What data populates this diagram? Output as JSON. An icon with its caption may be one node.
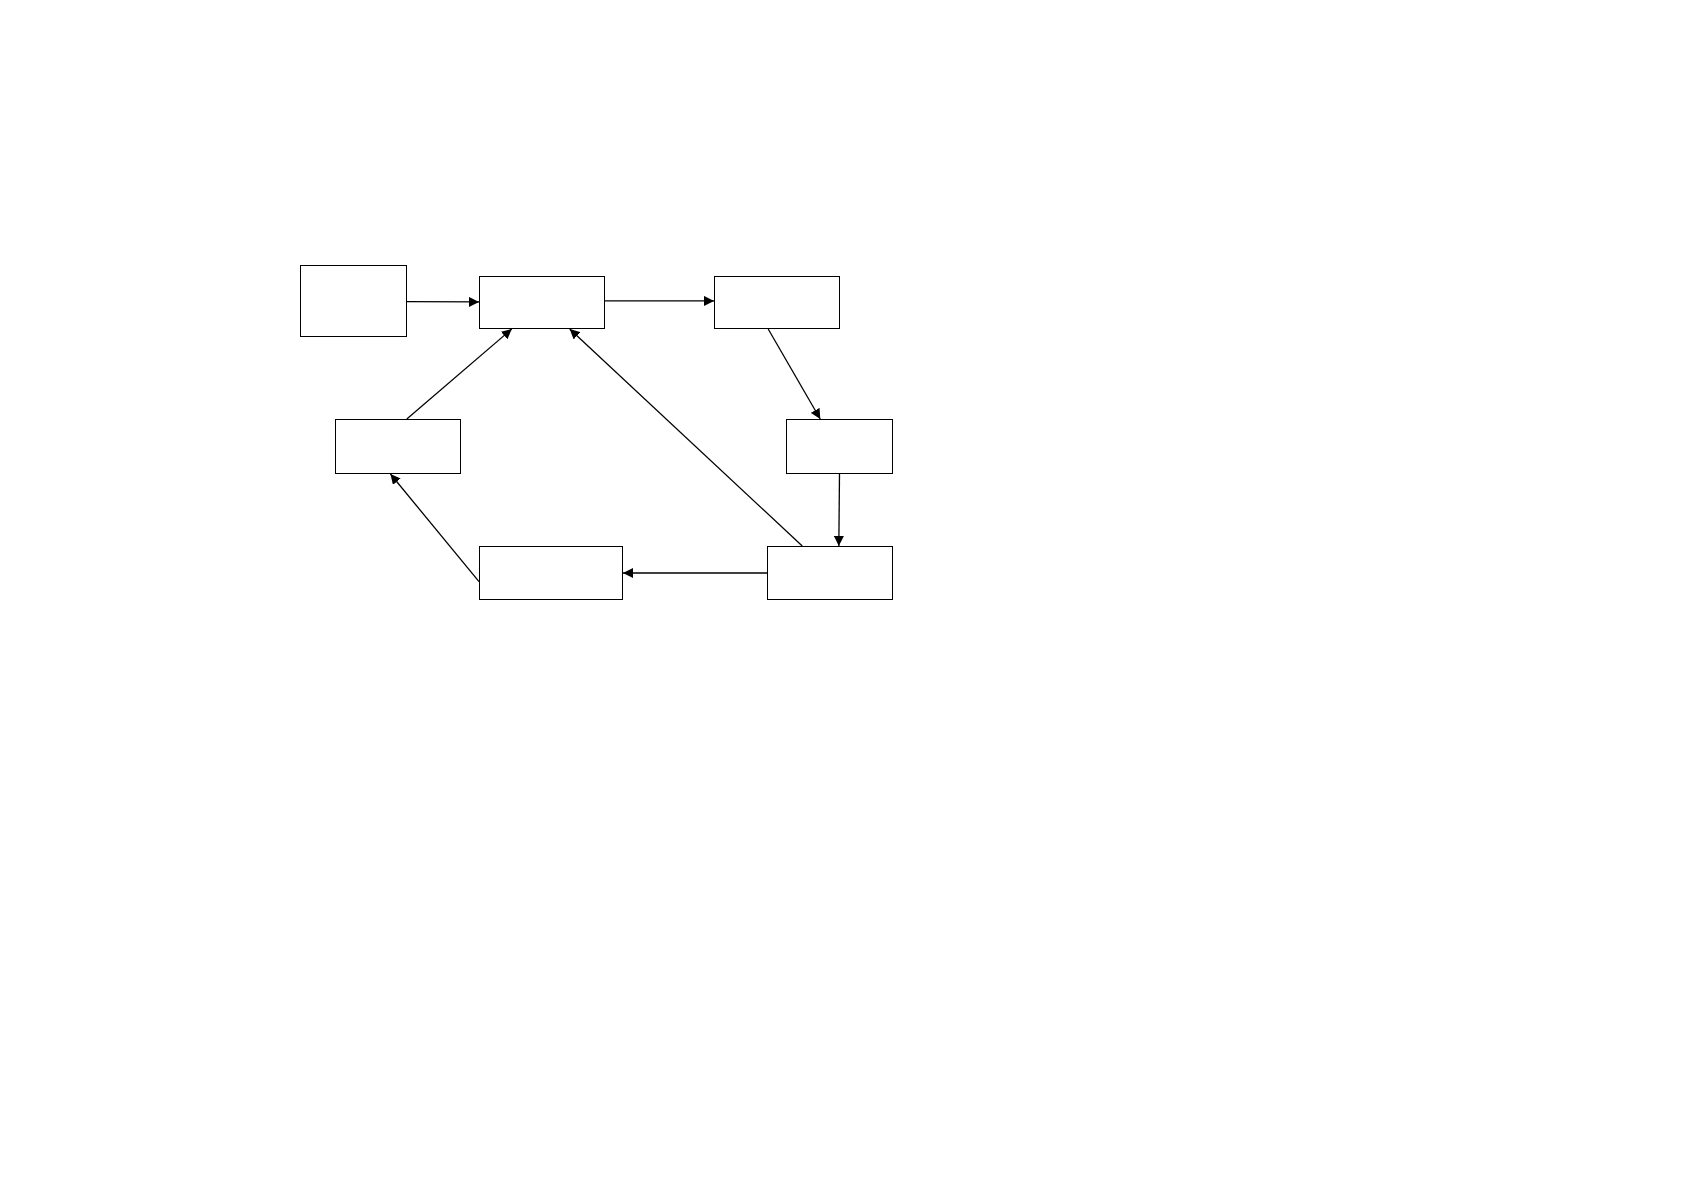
{
  "diagram": {
    "nodes": [
      {
        "text": [],
        "shape": "box"
      },
      {
        "text": [],
        "shape": "box"
      },
      {
        "text": [],
        "shape": "box"
      },
      {
        "text": [],
        "shape": "box"
      },
      {
        "text": [],
        "shape": "box"
      },
      {
        "text": [],
        "shape": "box"
      },
      {
        "text": [],
        "shape": "box"
      }
    ],
    "edges": [
      {
        "from": 0,
        "to": 1,
        "arrow": "to"
      },
      {
        "from": 1,
        "to": 2,
        "arrow": "to"
      },
      {
        "from": 2,
        "to": 4,
        "arrow": "to"
      },
      {
        "from": 4,
        "to": 6,
        "arrow": "to"
      },
      {
        "from": 6,
        "to": 1,
        "arrow": "to"
      },
      {
        "from": 6,
        "to": 5,
        "arrow": "to"
      },
      {
        "from": 5,
        "to": 3,
        "arrow": "to"
      },
      {
        "from": 3,
        "to": 1,
        "arrow": "to"
      }
    ]
  }
}
